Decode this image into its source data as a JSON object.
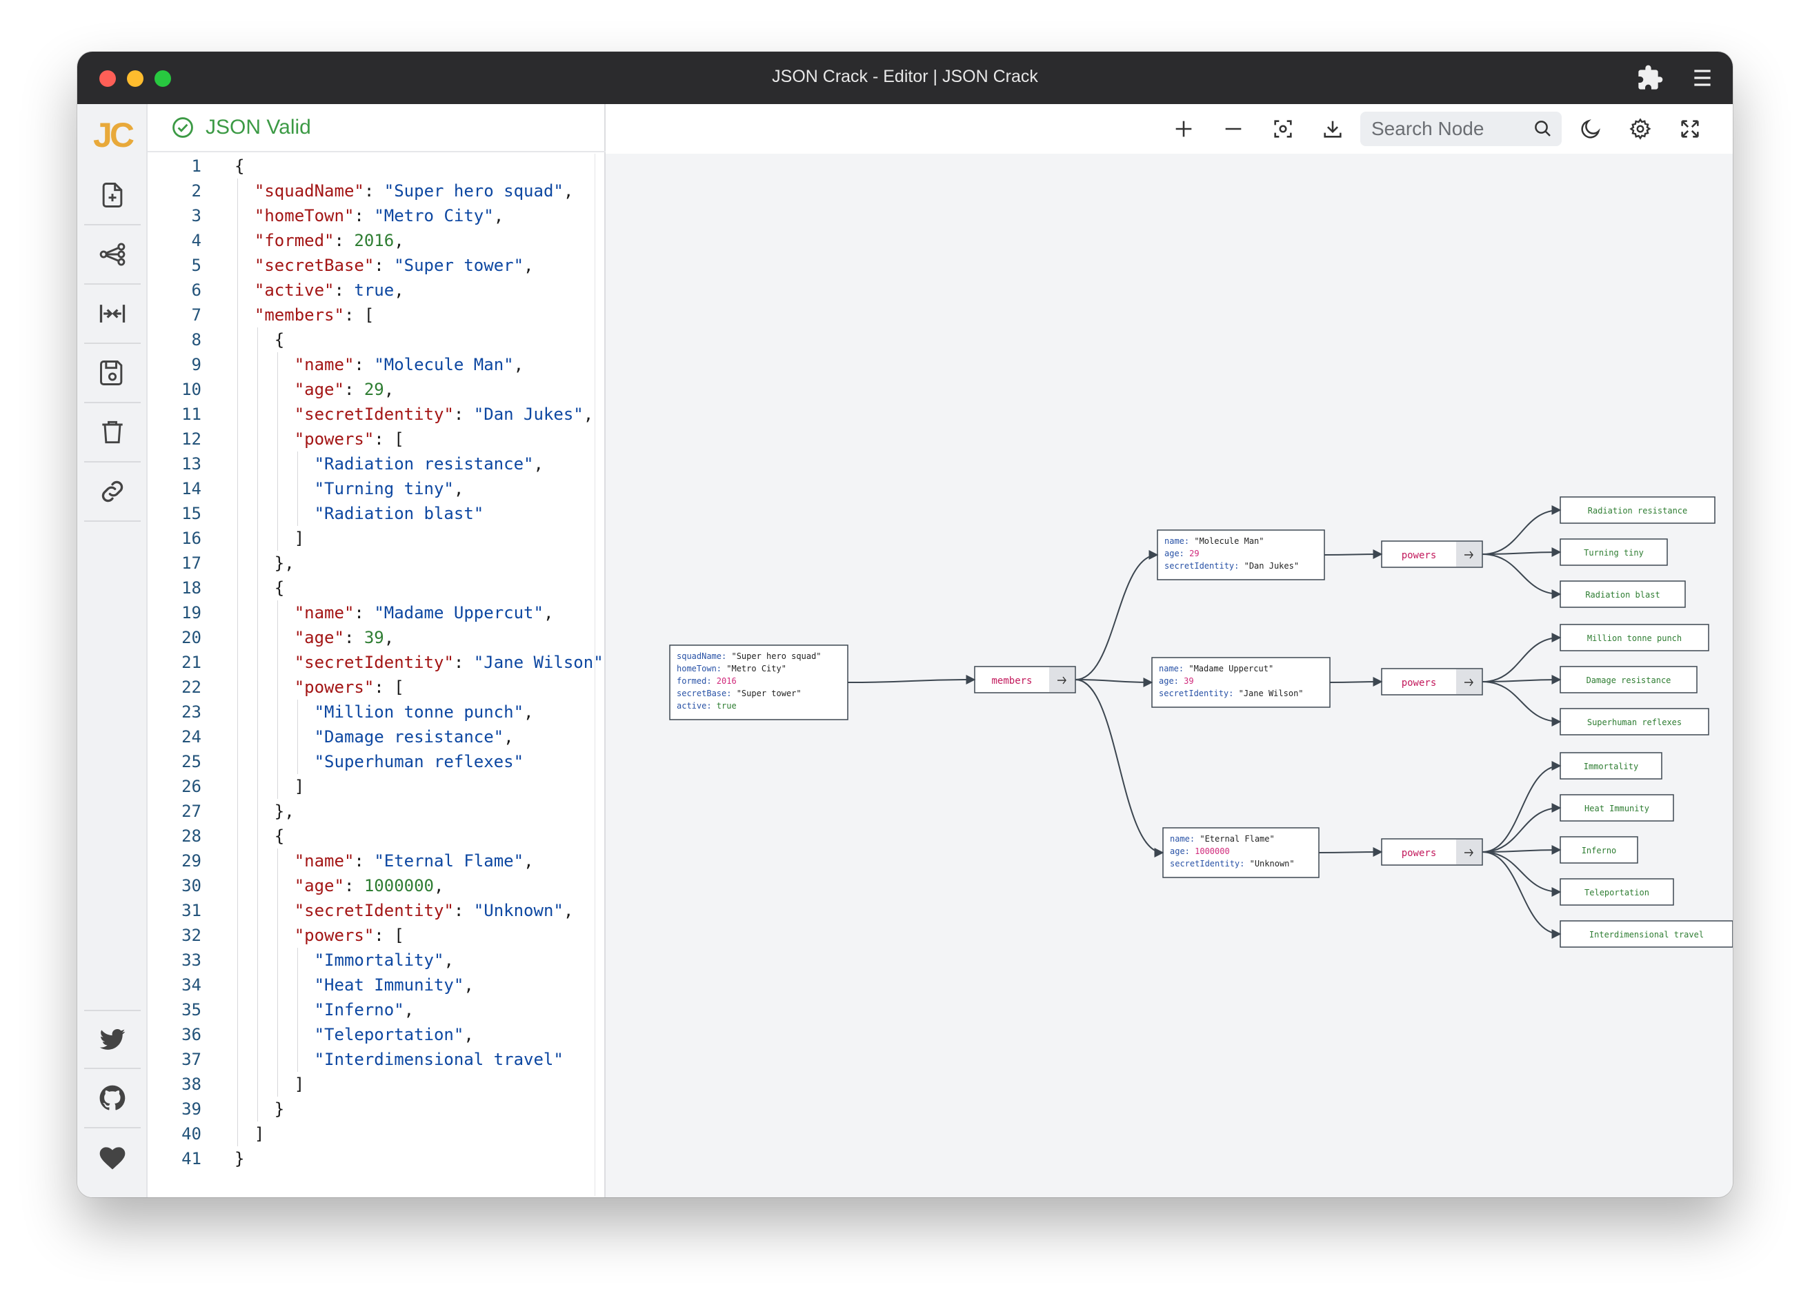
{
  "window": {
    "title": "JSON Crack - Editor | JSON Crack",
    "traffic_lights": [
      "#fe5f57",
      "#febc2e",
      "#28c840"
    ]
  },
  "rail": {
    "logo": "JC",
    "items": [
      "new-file-icon",
      "graph-icon",
      "collapse-icon",
      "save-icon",
      "trash-icon",
      "link-icon"
    ],
    "bottom_items": [
      "twitter-icon",
      "github-icon",
      "heart-icon"
    ]
  },
  "editor": {
    "status": "JSON Valid",
    "status_color": "#3c9a45",
    "lines": [
      "{",
      "  \"squadName\": \"Super hero squad\",",
      "  \"homeTown\": \"Metro City\",",
      "  \"formed\": 2016,",
      "  \"secretBase\": \"Super tower\",",
      "  \"active\": true,",
      "  \"members\": [",
      "    {",
      "      \"name\": \"Molecule Man\",",
      "      \"age\": 29,",
      "      \"secretIdentity\": \"Dan Jukes\",",
      "      \"powers\": [",
      "        \"Radiation resistance\",",
      "        \"Turning tiny\",",
      "        \"Radiation blast\"",
      "      ]",
      "    },",
      "    {",
      "      \"name\": \"Madame Uppercut\",",
      "      \"age\": 39,",
      "      \"secretIdentity\": \"Jane Wilson\",",
      "      \"powers\": [",
      "        \"Million tonne punch\",",
      "        \"Damage resistance\",",
      "        \"Superhuman reflexes\"",
      "      ]",
      "    },",
      "    {",
      "      \"name\": \"Eternal Flame\",",
      "      \"age\": 1000000,",
      "      \"secretIdentity\": \"Unknown\",",
      "      \"powers\": [",
      "        \"Immortality\",",
      "        \"Heat Immunity\",",
      "        \"Inferno\",",
      "        \"Teleportation\",",
      "        \"Interdimensional travel\"",
      "      ]",
      "    }",
      "  ]",
      "}"
    ]
  },
  "toolbar": {
    "search_placeholder": "Search Node",
    "tools": [
      "zoom-in-icon",
      "zoom-out-icon",
      "focus-icon",
      "download-icon"
    ],
    "right_tools": [
      "moon-icon",
      "settings-icon",
      "fullscreen-icon"
    ]
  },
  "graph": {
    "root": [
      {
        "k": "squadName",
        "v": "\"Super hero squad\"",
        "t": "str"
      },
      {
        "k": "homeTown",
        "v": "\"Metro City\"",
        "t": "str"
      },
      {
        "k": "formed",
        "v": "2016",
        "t": "num"
      },
      {
        "k": "secretBase",
        "v": "\"Super tower\"",
        "t": "str"
      },
      {
        "k": "active",
        "v": "true",
        "t": "bool"
      }
    ],
    "members_label": "members",
    "members": [
      {
        "rows": [
          {
            "k": "name",
            "v": "\"Molecule Man\"",
            "t": "str"
          },
          {
            "k": "age",
            "v": "29",
            "t": "num"
          },
          {
            "k": "secretIdentity",
            "v": "\"Dan Jukes\"",
            "t": "str"
          }
        ],
        "powers_label": "powers",
        "powers": [
          "Radiation resistance",
          "Turning tiny",
          "Radiation blast"
        ]
      },
      {
        "rows": [
          {
            "k": "name",
            "v": "\"Madame Uppercut\"",
            "t": "str"
          },
          {
            "k": "age",
            "v": "39",
            "t": "num"
          },
          {
            "k": "secretIdentity",
            "v": "\"Jane Wilson\"",
            "t": "str"
          }
        ],
        "powers_label": "powers",
        "powers": [
          "Million tonne punch",
          "Damage resistance",
          "Superhuman reflexes"
        ]
      },
      {
        "rows": [
          {
            "k": "name",
            "v": "\"Eternal Flame\"",
            "t": "str"
          },
          {
            "k": "age",
            "v": "1000000",
            "t": "num"
          },
          {
            "k": "secretIdentity",
            "v": "\"Unknown\"",
            "t": "str"
          }
        ],
        "powers_label": "powers",
        "powers": [
          "Immortality",
          "Heat Immunity",
          "Inferno",
          "Teleportation",
          "Interdimensional travel"
        ]
      }
    ],
    "colors": {
      "key": "#2852a6",
      "str": "#222222",
      "num": "#d0287a",
      "bool": "#2e7d32",
      "leaf": "#2e7d32",
      "label": "#c2185b",
      "edge": "#3c4650"
    }
  }
}
